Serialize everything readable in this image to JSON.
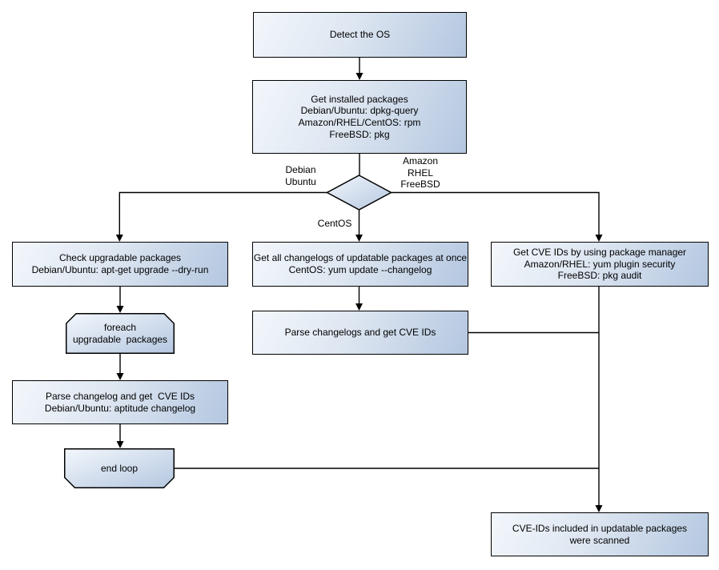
{
  "palette": {
    "background": "#ffffff",
    "node_gradient_start": "#f3f7fc",
    "node_gradient_end": "#b4c7e0",
    "node_border": "#000000",
    "connector": "#000000",
    "text": "#000000"
  },
  "nodes": {
    "detect_os": {
      "lines": [
        "Detect the OS"
      ]
    },
    "get_installed_packages": {
      "lines": [
        "Get installed packages",
        "Debian/Ubuntu: dpkg-query",
        "Amazon/RHEL/CentOS: rpm",
        "FreeBSD: pkg"
      ]
    },
    "check_upgradable": {
      "lines": [
        "Check upgradable packages",
        "Debian/Ubuntu: apt-get upgrade --dry-run"
      ]
    },
    "foreach_loop_start": {
      "lines": [
        "foreach",
        "upgradable  packages"
      ]
    },
    "parse_changelog_deb": {
      "lines": [
        "Parse changelog and get  CVE IDs",
        "Debian/Ubuntu: aptitude changelog"
      ]
    },
    "end_loop": {
      "lines": [
        "end loop"
      ]
    },
    "get_all_changelogs": {
      "lines": [
        "Get all changelogs of updatable packages at once",
        "CentOS: yum update --changelog"
      ]
    },
    "parse_changelogs": {
      "lines": [
        "Parse changelogs and get CVE IDs"
      ]
    },
    "get_cve_ids_pkg_manager": {
      "lines": [
        "Get CVE IDs by using package manager",
        "Amazon/RHEL: yum plugin security",
        "FreeBSD: pkg audit"
      ]
    },
    "result_scanned": {
      "lines": [
        "CVE-IDs included in updatable packages",
        "were scanned"
      ]
    }
  },
  "edge_labels": {
    "left_branch": {
      "lines": [
        "Debian",
        "Ubuntu"
      ]
    },
    "right_branch": {
      "lines": [
        "Amazon",
        "RHEL",
        "FreeBSD"
      ]
    },
    "center_branch": {
      "lines": [
        "CentOS"
      ]
    }
  }
}
